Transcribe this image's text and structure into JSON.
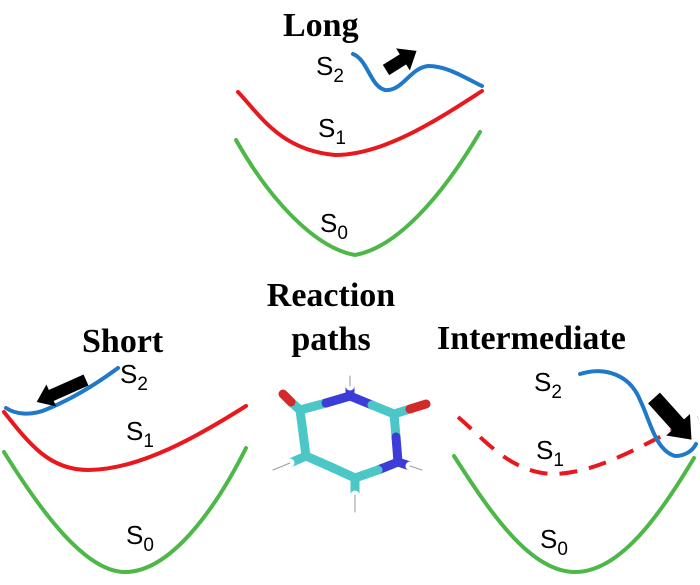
{
  "colors": {
    "s0": "#4db848",
    "s1": "#e8191e",
    "s2": "#1f78c8",
    "arrow": "#000000",
    "carbon": "#4cc7c7",
    "nitrogen": "#3c3cd8",
    "oxygen": "#d22a2a",
    "hydrogen": "#ffffff"
  },
  "center": {
    "title_line1": "Reaction",
    "title_line2": "paths",
    "molecule_icon": "uracil-molecule-icon"
  },
  "panels": {
    "long": {
      "title": "Long",
      "s2": {
        "base": "S",
        "sub": "2"
      },
      "s1": {
        "base": "S",
        "sub": "1"
      },
      "s0": {
        "base": "S",
        "sub": "0"
      },
      "arrow_direction": "up-right",
      "s1_style": "solid"
    },
    "short": {
      "title": "Short",
      "s2": {
        "base": "S",
        "sub": "2"
      },
      "s1": {
        "base": "S",
        "sub": "1"
      },
      "s0": {
        "base": "S",
        "sub": "0"
      },
      "arrow_direction": "down-left",
      "s1_style": "solid"
    },
    "intermediate": {
      "title": "Intermediate",
      "s2": {
        "base": "S",
        "sub": "2"
      },
      "s1": {
        "base": "S",
        "sub": "1"
      },
      "s0": {
        "base": "S",
        "sub": "0"
      },
      "arrow_direction": "down-right",
      "s1_style": "dashed"
    }
  }
}
